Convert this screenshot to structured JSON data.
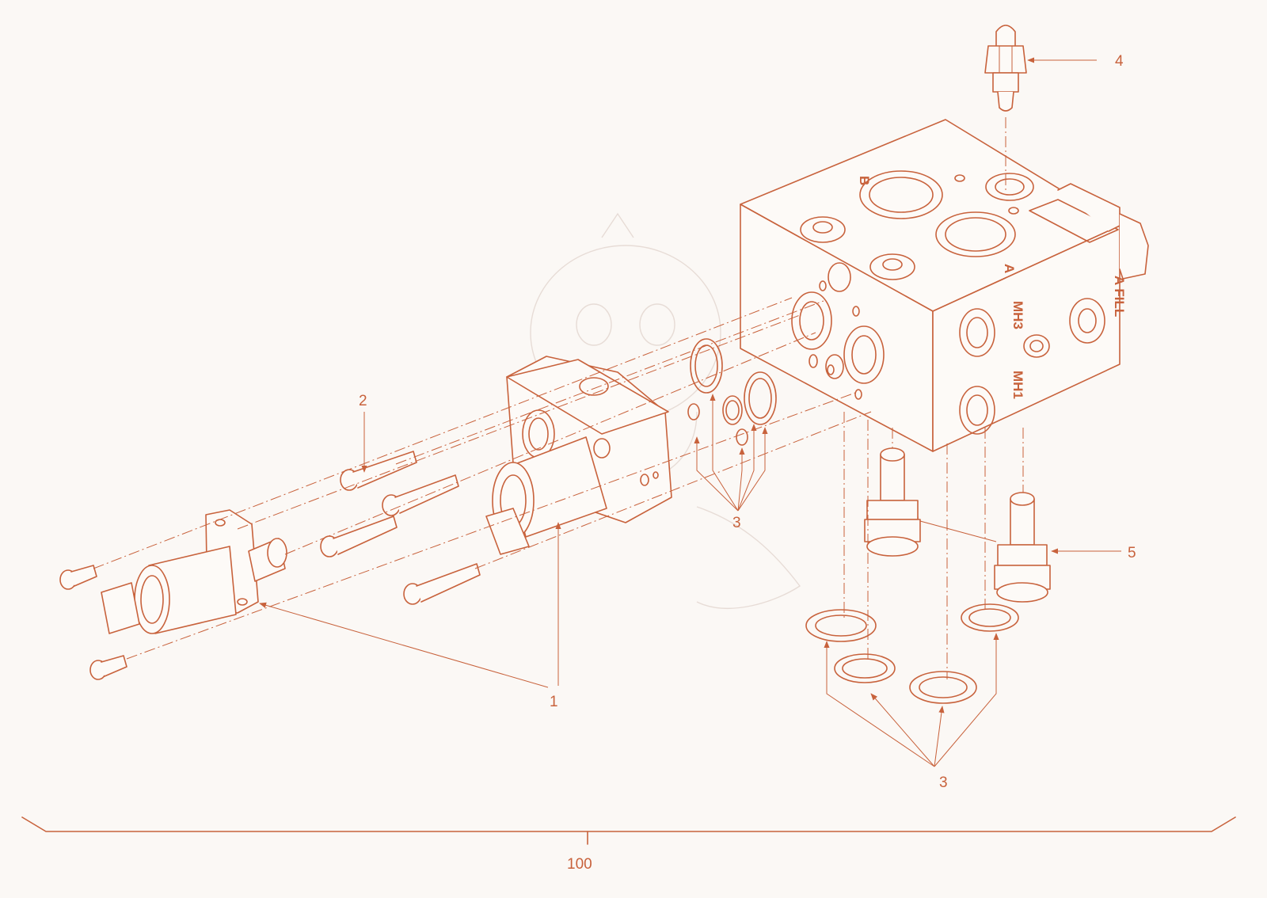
{
  "callouts": {
    "c1": "1",
    "c2": "2",
    "c3a": "3",
    "c3b": "3",
    "c4": "4",
    "c5": "5",
    "assembly": "100"
  },
  "ports": {
    "a_top": "A",
    "b_top": "B",
    "a_fill": "A FILL",
    "mh3": "MH3",
    "mh1": "MH1"
  },
  "colors": {
    "line": "#c8623c",
    "background": "#fbf8f5"
  }
}
